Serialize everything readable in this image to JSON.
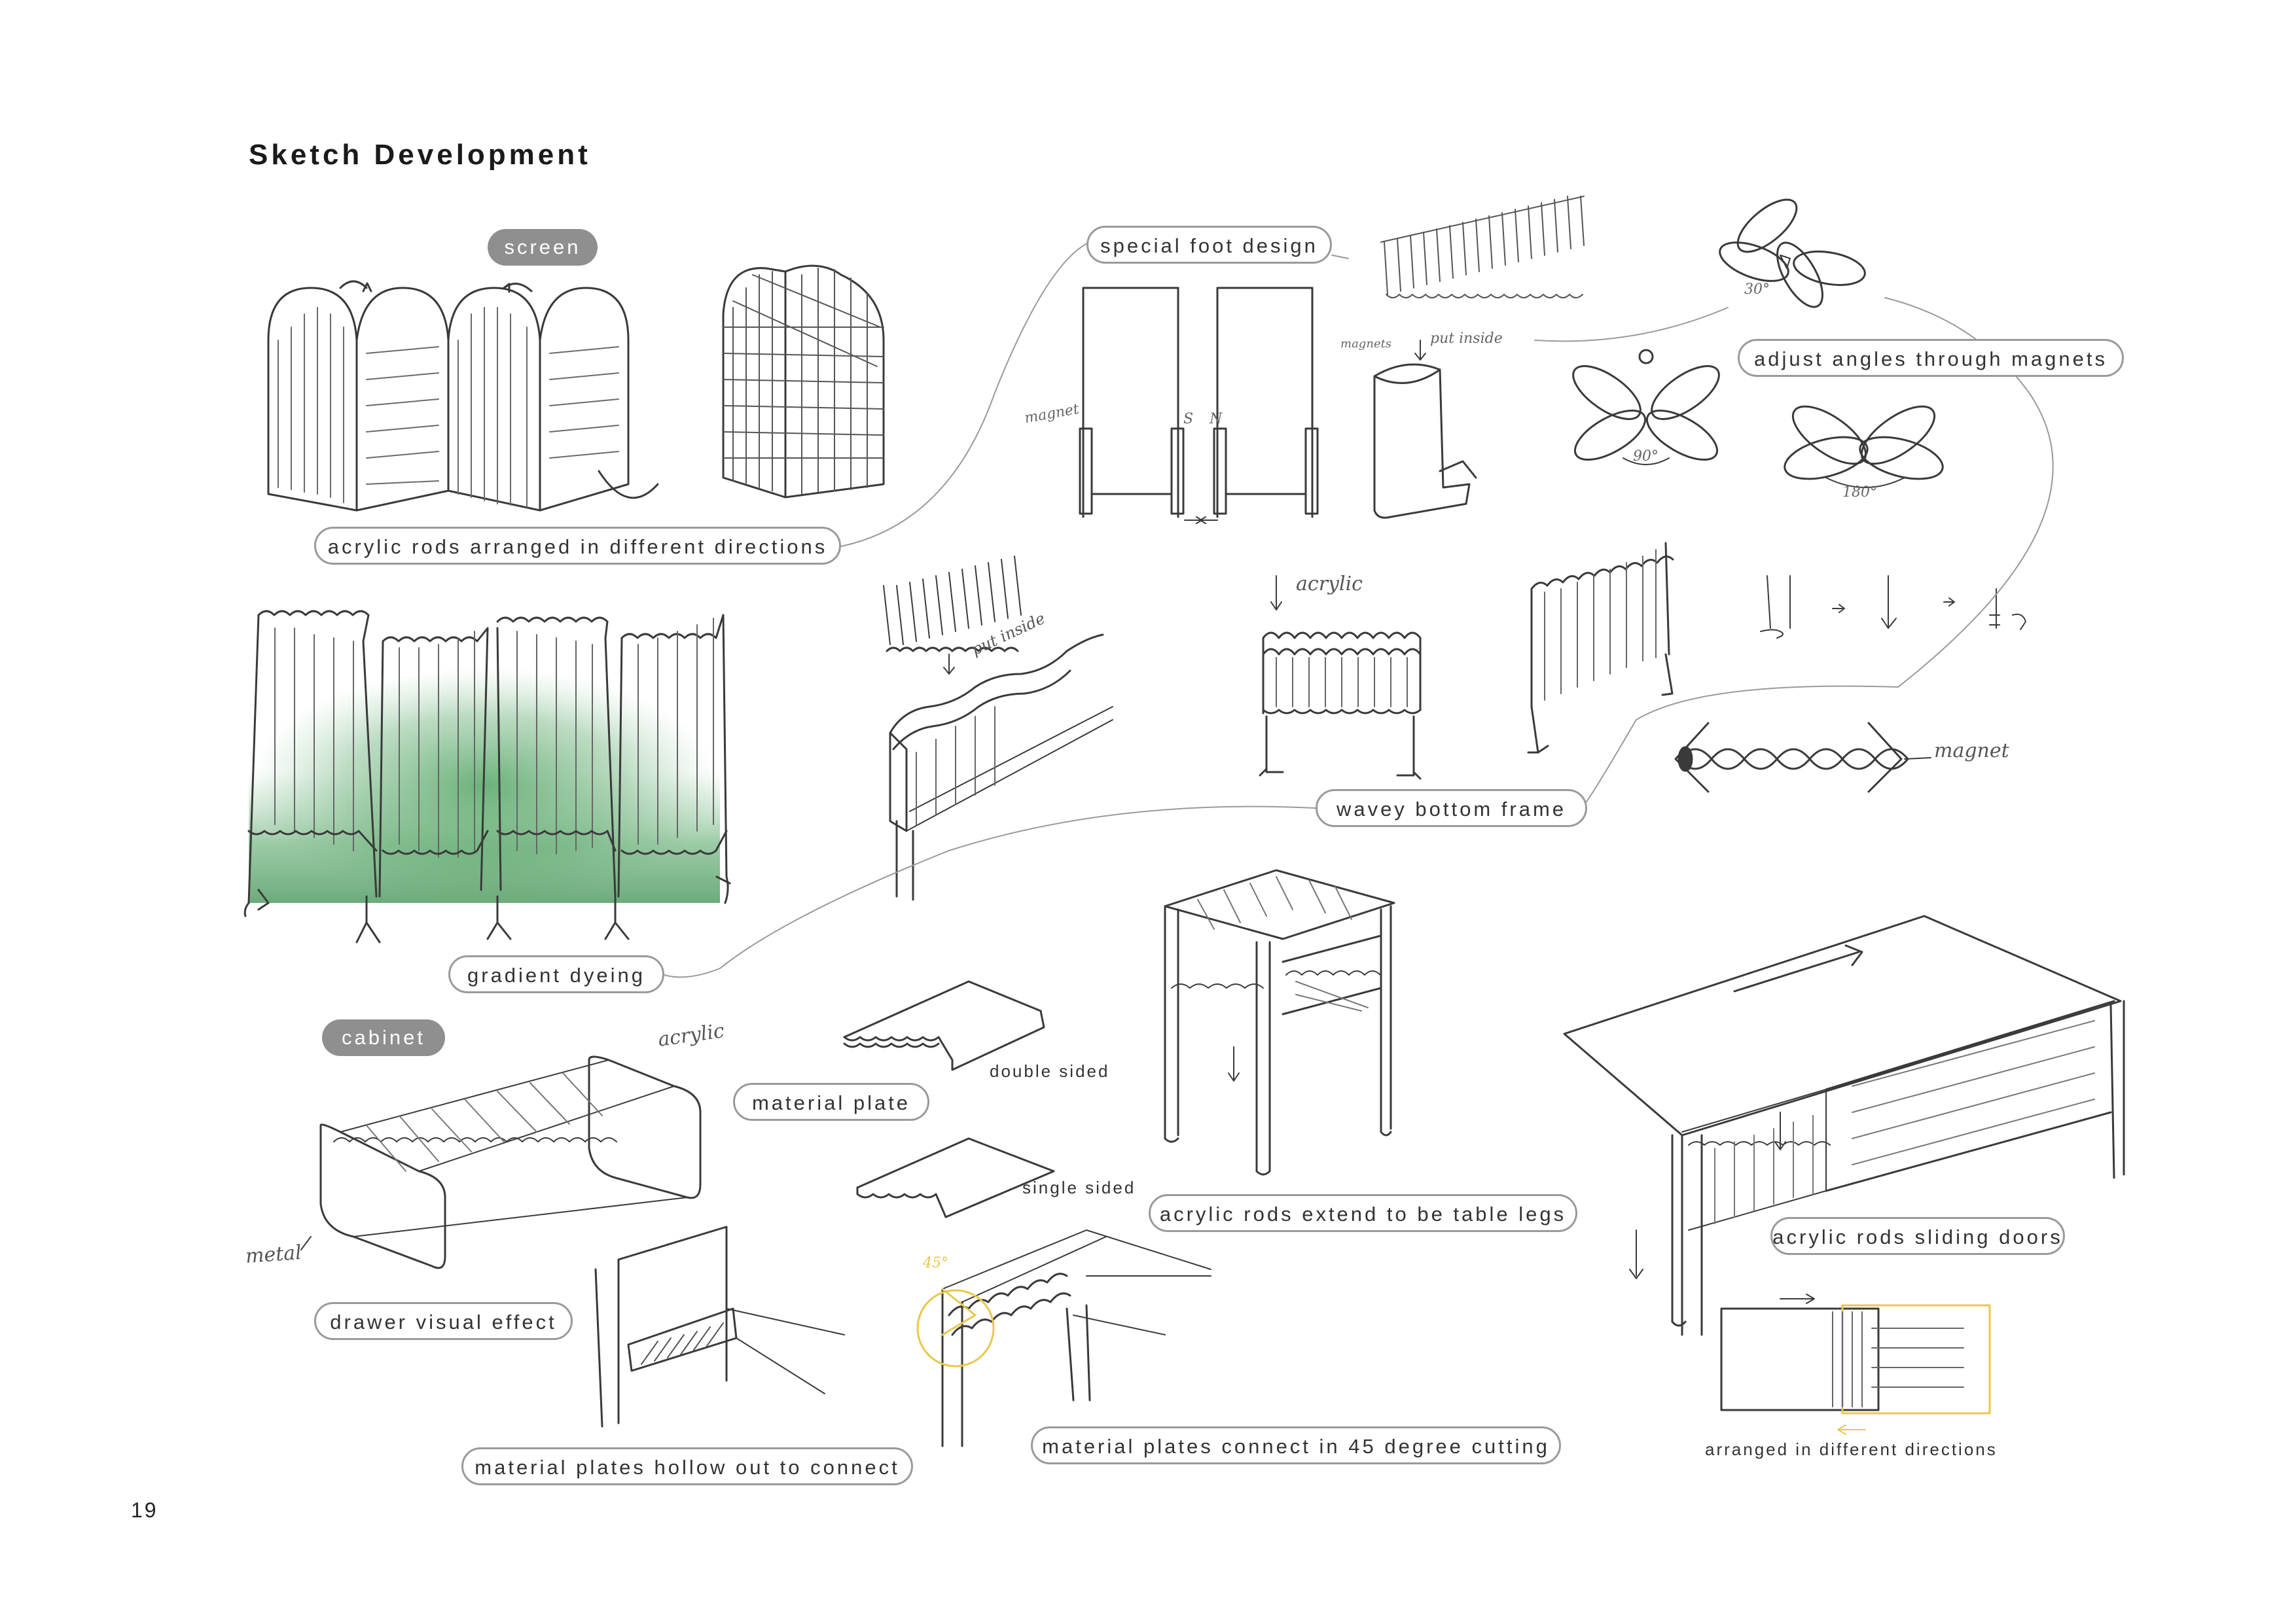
{
  "page": {
    "title": "Sketch Development",
    "page_number": "19"
  },
  "tags": {
    "screen": "screen",
    "cabinet": "cabinet"
  },
  "labels": {
    "acrylic_rods_directions": "acrylic rods arranged in different directions",
    "special_foot_design": "special foot design",
    "adjust_angles": "adjust angles through magnets",
    "wavey_bottom_frame": "wavey bottom frame",
    "gradient_dyeing": "gradient dyeing",
    "material_plate": "material plate",
    "acrylic_rods_table_legs": "acrylic rods extend to be table legs",
    "acrylic_rods_sliding_doors": "acrylic rods sliding doors",
    "drawer_visual_effect": "drawer visual effect",
    "hollow_out_connect": "material plates hollow out to connect",
    "cutting_45": "material plates connect in 45 degree cutting"
  },
  "captions": {
    "double_sided": "double sided",
    "single_sided": "single sided",
    "arranged_directions": "arranged in different directions"
  },
  "handwriting": {
    "acrylic_top": "acrylic",
    "acrylic_cabinet": "acrylic",
    "magnet_right": "magnet",
    "metal": "metal",
    "put_inside": "put inside",
    "magnet_small": "magnet",
    "put_inside_small": "put inside",
    "magnets_small": "magnets",
    "pole_s": "S",
    "pole_n": "N",
    "angle_30": "30°",
    "angle_90": "90°",
    "angle_180": "180°",
    "angle_45": "45°"
  },
  "colors": {
    "pencil": "#3a3a3a",
    "light_pencil": "#8a8a8a",
    "pill_border": "#9a9a9a",
    "tag_fill": "#8f8f8f",
    "gradient_green": "#3f9a52",
    "highlight_yellow": "#e8c84a"
  }
}
